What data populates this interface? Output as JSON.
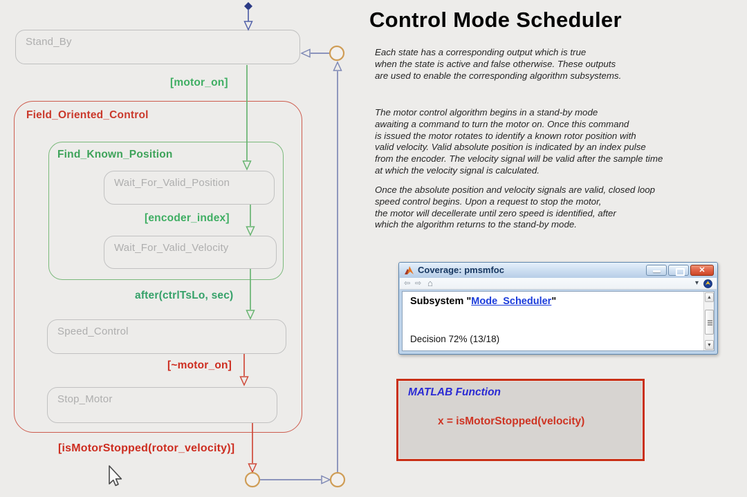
{
  "diagram": {
    "states": {
      "stand_by": "Stand_By",
      "field_oriented_control": "Field_Oriented_Control",
      "find_known_position": "Find_Known_Position",
      "wait_for_valid_position": "Wait_For_Valid_Position",
      "wait_for_valid_velocity": "Wait_For_Valid_Velocity",
      "speed_control": "Speed_Control",
      "stop_motor": "Stop_Motor"
    },
    "transitions": {
      "motor_on": "[motor_on]",
      "encoder_index": "[encoder_index]",
      "after_sample_time": "after(ctrlTsLo, sec)",
      "not_motor_on": "[~motor_on]",
      "is_motor_stopped": "[isMotorStopped(rotor_velocity)]"
    },
    "colors": {
      "state_gray_border": "#c1c1c1",
      "foc_red_border": "#cd5c4e",
      "green_transition": "#68b471",
      "red_transition": "#cf4a3a",
      "loop_blue": "#7e88b5",
      "junction_orange": "#cf9d56",
      "default_transition_navy": "#2b3a85"
    }
  },
  "annotation": {
    "title": "Control Mode Scheduler",
    "paragraph1": "Each state has a corresponding output which is true\nwhen the state is active and false otherwise. These outputs\nare used to enable the corresponding algorithm subsystems.",
    "paragraph2": "The motor control algorithm begins in a stand-by mode\nawaiting a command to turn the motor on. Once this command\nis issued the motor rotates to identify a known rotor position with\nvalid velocity. Valid absolute position is indicated by an index pulse\nfrom the encoder. The velocity signal will be valid after the sample time\nat which the velocity signal is calculated.",
    "paragraph3": "Once the absolute position and velocity signals are valid, closed loop\nspeed control begins. Upon a request to stop the motor,\nthe motor will decellerate until zero speed is identified, after\nwhich the algorithm returns to the stand-by mode."
  },
  "coverage_window": {
    "title": "Coverage: pmsmfoc",
    "buttons": {
      "close_glyph": "✕"
    },
    "toolbar": {
      "back": "⇦",
      "forward": "⇨",
      "home": "⌂",
      "dropdown": "▾"
    },
    "content": {
      "subsystem_prefix": "Subsystem \"",
      "subsystem_link": "Mode_Scheduler",
      "subsystem_suffix": "\"",
      "decision": "Decision 72% (13/18)"
    },
    "scrollbar": {
      "up": "▲",
      "down": "▼"
    }
  },
  "matlab_function": {
    "label": "MATLAB Function",
    "code": "x = isMotorStopped(velocity)"
  }
}
